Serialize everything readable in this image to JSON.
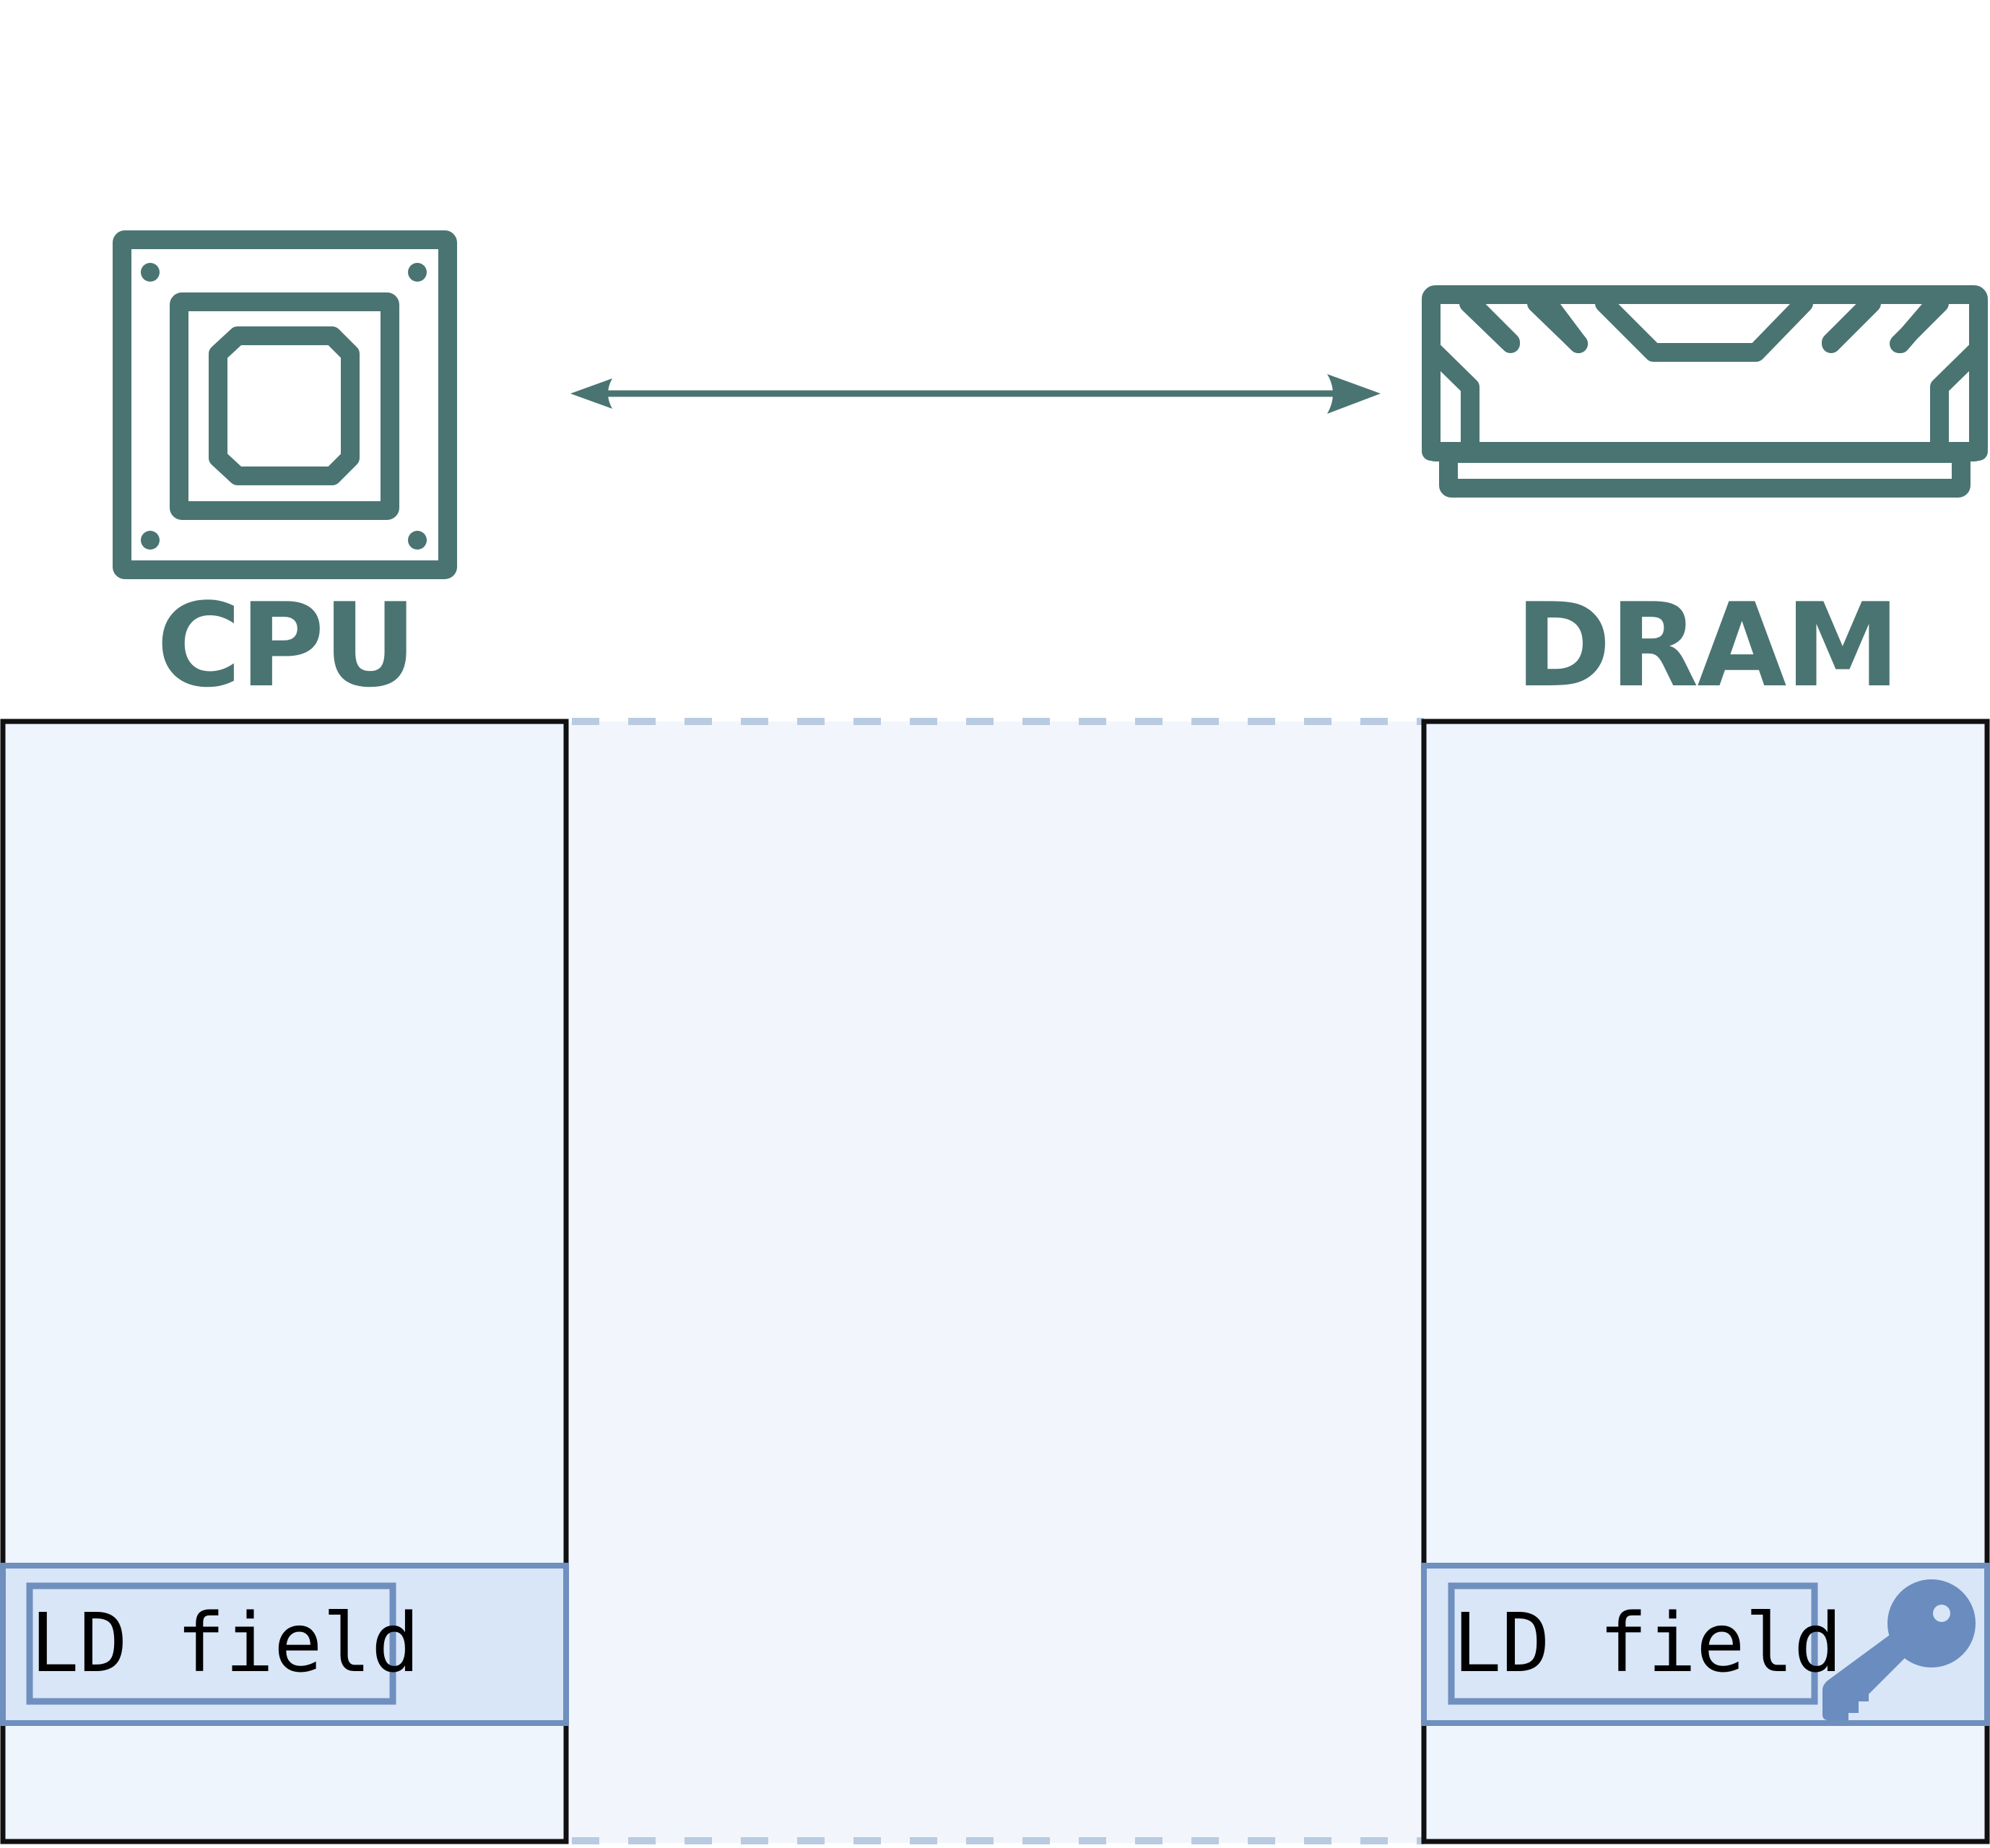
{
  "colors": {
    "icon": "#4a7472",
    "region_fill": "#eef5fd",
    "channel_fill": "#f2f6fc",
    "channel_dash": "#b9cbe1",
    "field_fill": "#d8e6f7",
    "field_border": "#6f8fbf",
    "key": "#6a8cbf",
    "outline": "#111111"
  },
  "labels": {
    "cpu": "CPU",
    "dram": "DRAM"
  },
  "cpu_side": {
    "field_label": "LD field"
  },
  "dram_side": {
    "field_label": "LD field",
    "key_icon": "key-icon"
  },
  "icons": {
    "cpu": "cpu-chip-icon",
    "dram": "ram-module-icon",
    "link": "bidirectional-arrow-icon"
  }
}
